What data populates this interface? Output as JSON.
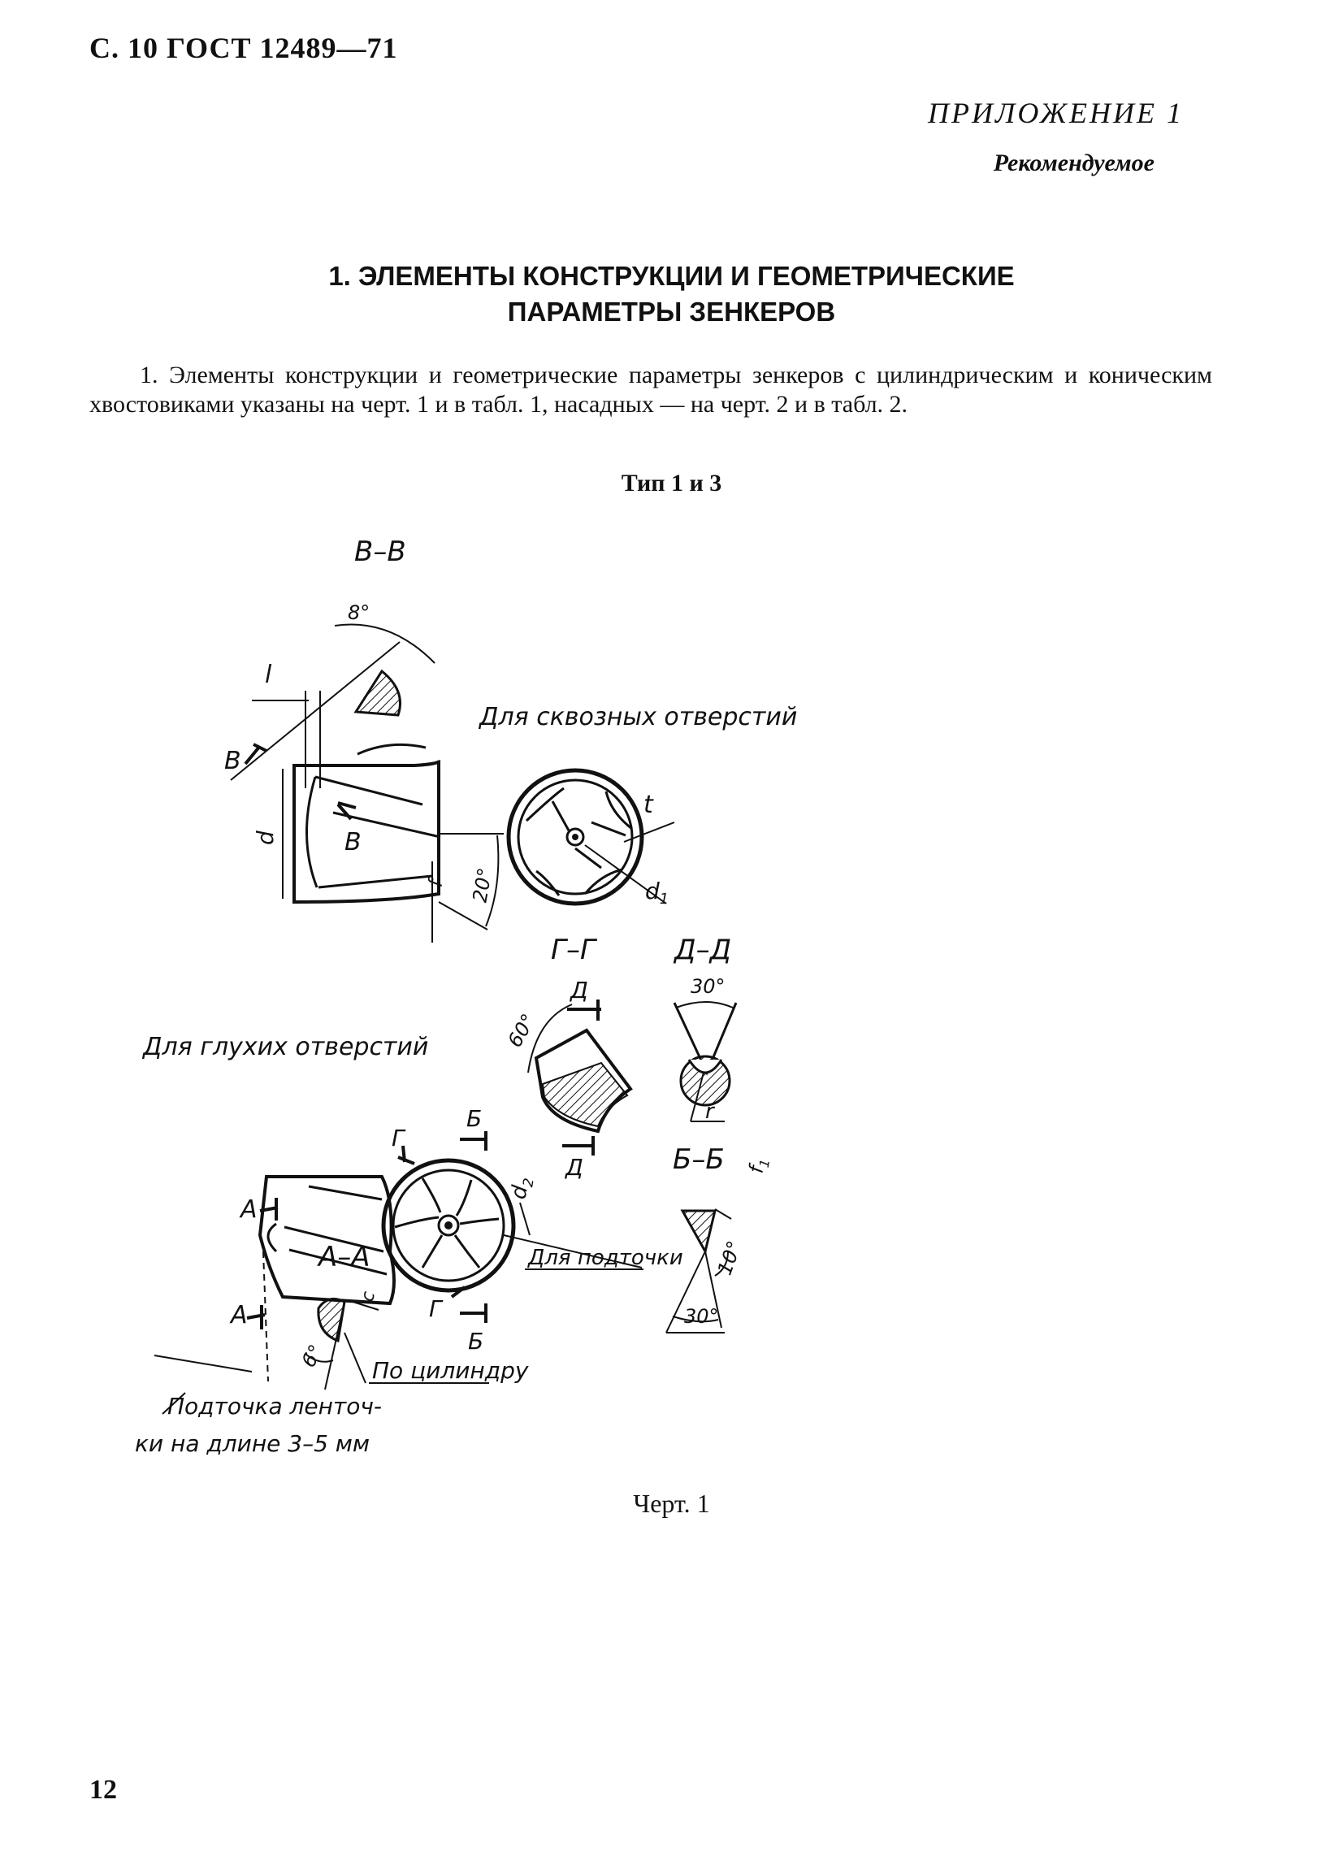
{
  "header": {
    "text": "С. 10 ГОСТ 12489—71"
  },
  "appendix": {
    "title": "ПРИЛОЖЕНИЕ 1",
    "subtitle": "Рекомендуемое"
  },
  "section": {
    "title_line1": "1. ЭЛЕМЕНТЫ КОНСТРУКЦИИ И ГЕОМЕТРИЧЕСКИЕ",
    "title_line2": "ПАРАМЕТРЫ ЗЕНКЕРОВ"
  },
  "paragraph": {
    "text": "1. Элементы конструкции и геометрические параметры зенкеров с цилиндрическим и коническим хвостовиками указаны на черт. 1 и в табл. 1, насадных — на черт. 2 и в табл. 2."
  },
  "type_heading": "Тип 1 и 3",
  "drawing": {
    "section_vv": "В–В",
    "angle_8": "8°",
    "label_l": "l",
    "label_v1": "В",
    "label_v2": "В",
    "label_d": "d",
    "label_f": "f",
    "angle_20": "20°",
    "through_holes": "Для сквозных отверстий",
    "label_t": "t",
    "label_d1": "d",
    "label_d1_sub": "1",
    "section_gg": "Г–Г",
    "section_dd": "Д–Д",
    "label_d_upper": "Д",
    "label_d_lower": "Д",
    "angle_60": "60°",
    "angle_30_top": "30°",
    "label_r": "r",
    "blind_holes": "Для глухих отверстий",
    "label_g1": "Г",
    "label_g2": "Г",
    "label_b1": "Б",
    "label_b2": "Б",
    "label_d2": "d",
    "label_d2_sub": "2",
    "for_finishing": "Для подточки",
    "section_bb": "Б–Б",
    "label_f1": "f",
    "label_f1_sub": "1",
    "angle_10": "10°",
    "angle_30_bottom": "30°",
    "label_a1": "А",
    "label_a2": "А",
    "section_aa": "А–А",
    "angle_6": "6°",
    "label_c": "c",
    "by_cylinder": "По цилиндру",
    "note_line1": "Подточка ленточ-",
    "note_line2": "ки на длине 3–5 мм"
  },
  "caption": "Черт. 1",
  "page_number": "12"
}
